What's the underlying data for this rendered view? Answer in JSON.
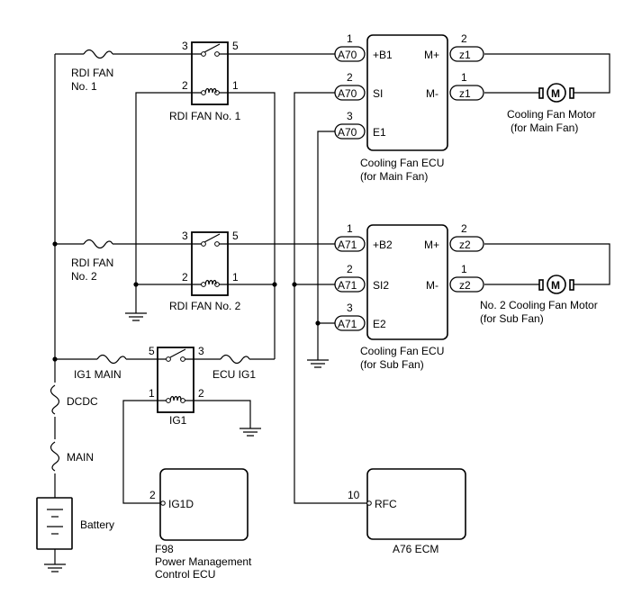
{
  "fuses": {
    "rdi_fan_no1": "RDI FAN\nNo. 1",
    "rdi_fan_no2": "RDI FAN\nNo. 2",
    "ig1_main": "IG1 MAIN",
    "ecu_ig1": "ECU IG1",
    "dcdc": "DCDC",
    "main": "MAIN"
  },
  "battery": "Battery",
  "relays": {
    "rdi1": {
      "label": "RDI FAN No. 1",
      "pins": [
        "3",
        "5",
        "2",
        "1"
      ]
    },
    "rdi2": {
      "label": "RDI FAN No. 2",
      "pins": [
        "3",
        "5",
        "2",
        "1"
      ]
    },
    "ig1": {
      "label": "IG1",
      "pins": [
        "5",
        "3",
        "1",
        "2"
      ]
    }
  },
  "ecu_main": {
    "title": "Cooling Fan ECU\n(for Main Fan)",
    "pins": [
      {
        "num": "1",
        "conn": "A70",
        "term": "+B1"
      },
      {
        "num": "2",
        "conn": "A70",
        "term": "SI"
      },
      {
        "num": "3",
        "conn": "A70",
        "term": "E1"
      }
    ],
    "out_pins": [
      {
        "num": "2",
        "conn": "z1",
        "term": "M+"
      },
      {
        "num": "1",
        "conn": "z1",
        "term": "M-"
      }
    ]
  },
  "ecu_sub": {
    "title": "Cooling Fan ECU\n(for Sub Fan)",
    "pins": [
      {
        "num": "1",
        "conn": "A71",
        "term": "+B2"
      },
      {
        "num": "2",
        "conn": "A71",
        "term": "SI2"
      },
      {
        "num": "3",
        "conn": "A71",
        "term": "E2"
      }
    ],
    "out_pins": [
      {
        "num": "2",
        "conn": "z2",
        "term": "M+"
      },
      {
        "num": "1",
        "conn": "z2",
        "term": "M-"
      }
    ]
  },
  "motor_main": {
    "symbol": "M",
    "label": "Cooling Fan Motor\n(for Main Fan)"
  },
  "motor_sub": {
    "symbol": "M",
    "label": "No. 2 Cooling Fan Motor\n(for Sub Fan)"
  },
  "pmc_ecu": {
    "pin_num": "2",
    "term": "IG1D",
    "label": "F98\nPower Management\nControl ECU"
  },
  "ecm": {
    "pin_num": "10",
    "term": "RFC",
    "label": "A76 ECM"
  }
}
